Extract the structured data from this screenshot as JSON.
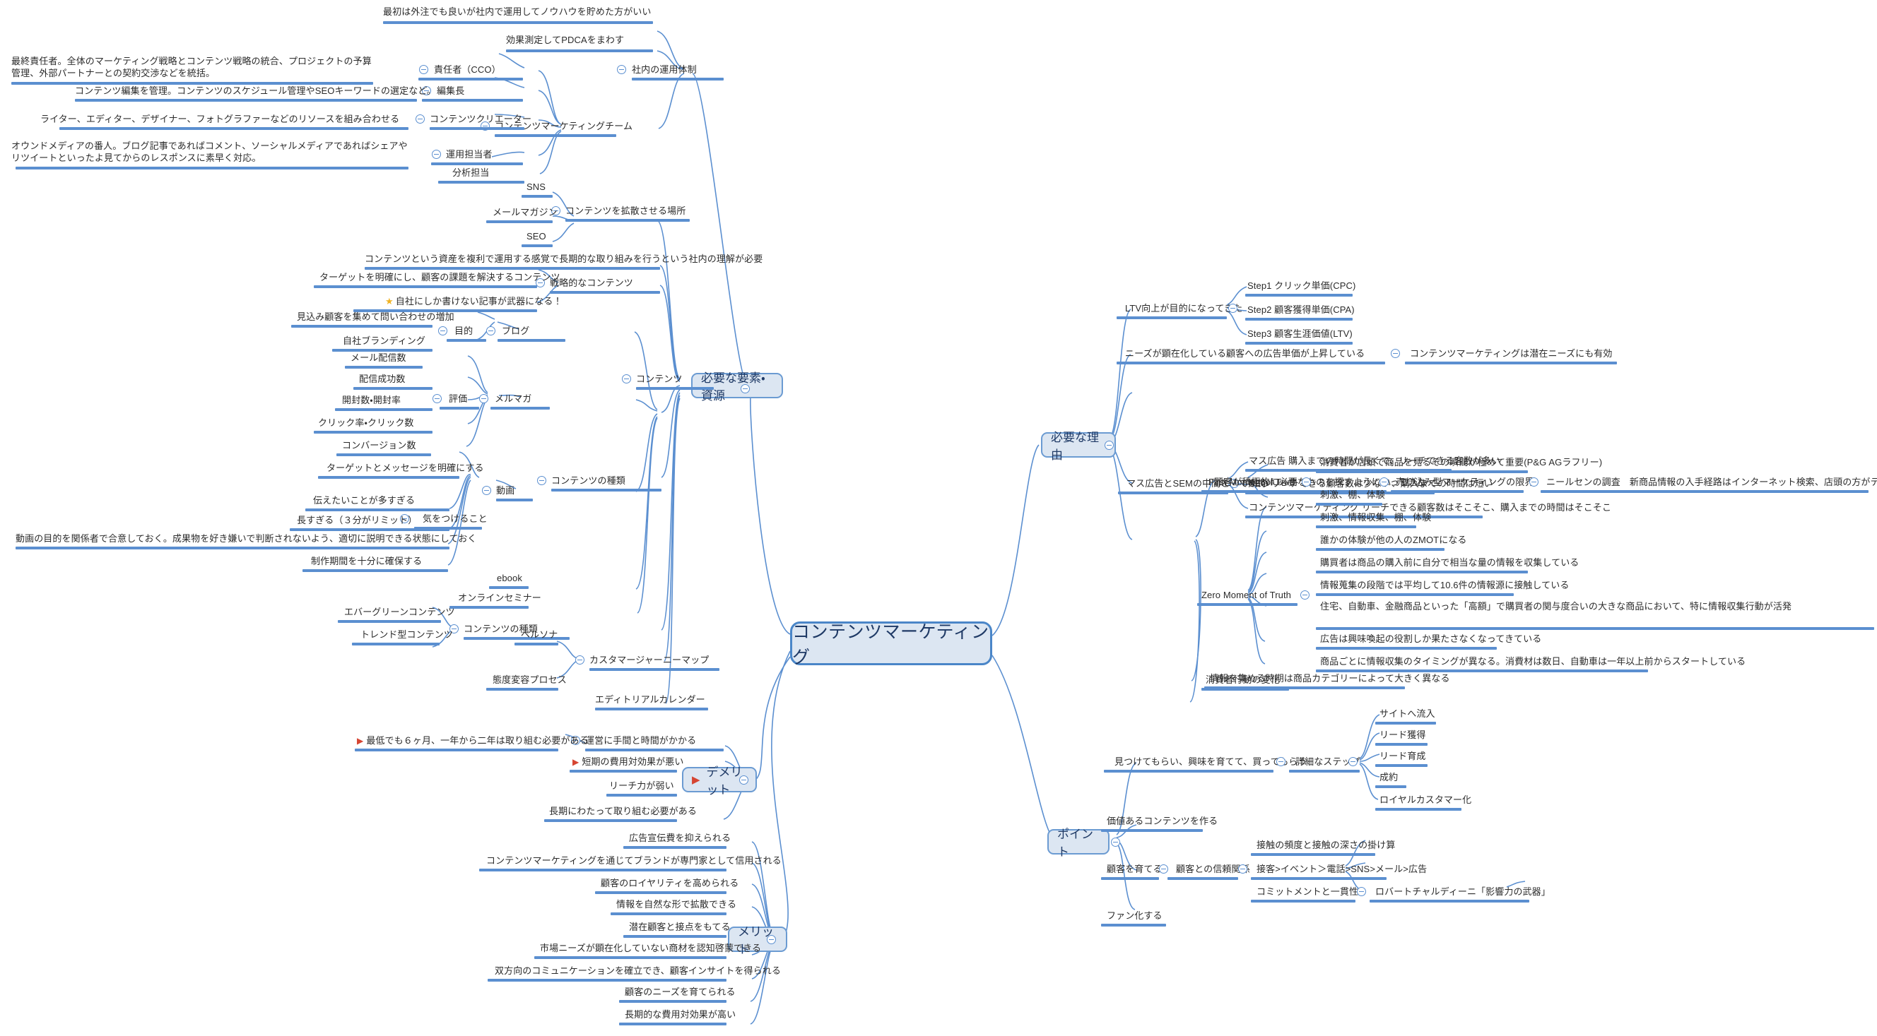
{
  "app": {
    "title": "コンテンツマーケティング マインドマップ",
    "background_color": "#ffffff",
    "branch_color": "#5b8fd0",
    "node_fill": "#dce6f2",
    "node_border": "#4a86c8",
    "star_color": "#f0b323",
    "flag_color": "#d64532"
  },
  "root": {
    "label": "コンテンツマーケティング"
  },
  "icons": {
    "star": "★",
    "flag": "▶",
    "collapse": "minus-circle-icon"
  },
  "branches": {
    "required_elements": {
      "label": "必要な要素・資源",
      "children": {
        "operation_system": {
          "label": "社内の運用体制",
          "notes": [
            "最初は外注でも良いが社内で運用してノウハウを貯めた方がいい",
            "効果測定してPDCAをまわす"
          ],
          "team": {
            "label": "コンテンツマーケティングチーム",
            "roles": [
              {
                "role": "責任者（CCO）",
                "detail": "最終責任者。全体のマーケティング戦略とコンテンツ戦略の統合、プロジェクトの予算管理、外部パートナーとの契約交渉などを統括。"
              },
              {
                "role": "編集長",
                "detail": "コンテンツ編集を管理。コンテンツのスケジュール管理やSEOキーワードの選定など。"
              },
              {
                "role": "コンテンツクリエーター",
                "detail": "ライター、エディター、デザイナー、フォトグラファーなどのリソースを組み合わせる"
              },
              {
                "role": "運用担当者",
                "detail": "オウンドメディアの番人。ブログ記事であればコメント、ソーシャルメディアであればシェアやリツイートといったよ見てからのレスポンスに素早く対応。"
              },
              {
                "role": "分析担当",
                "detail": ""
              }
            ]
          }
        },
        "contents": {
          "label": "コンテンツ",
          "spread_places": {
            "label": "コンテンツを拡散させる場所",
            "items": [
              "SNS",
              "メールマガジン",
              "SEO"
            ]
          },
          "internal_understanding": "コンテンツという資産を複利で運用する感覚で長期的な取り組みを行うという社内の理解が必要",
          "strategic_contents": {
            "label": "戦略的なコンテンツ",
            "items": [
              {
                "text": "ターゲットを明確にし、顧客の課題を解決するコンテンツ",
                "icon": ""
              },
              {
                "text": "自社にしか書けない記事が武器になる！",
                "icon": "star"
              }
            ]
          },
          "content_types_1": {
            "label": "コンテンツの種類",
            "types": [
              {
                "name": "ブログ",
                "aspect": "目的",
                "items": [
                  "見込み顧客を集めて問い合わせの増加",
                  "自社ブランディング"
                ]
              },
              {
                "name": "メルマガ",
                "aspect": "評価",
                "items": [
                  "メール配信数",
                  "配信成功数",
                  "開封数・開封率",
                  "クリック率・クリック数",
                  "コンバージョン数"
                ]
              },
              {
                "name": "動画",
                "aspect": "気をつけること",
                "items": [
                  "ターゲットとメッセージを明確にする",
                  "伝えたいことが多すぎる",
                  "長すぎる（３分がリミット）",
                  "動画の目的を関係者で合意しておく。成果物を好き嫌いで判断されないよう、適切に説明できる状態にしておく",
                  "制作期間を十分に確保する"
                ]
              },
              {
                "name": "ebook",
                "aspect": "",
                "items": []
              },
              {
                "name": "オンラインセミナー",
                "aspect": "",
                "items": []
              }
            ]
          },
          "content_types_2": {
            "label": "コンテンツの種類",
            "items": [
              "エバーグリーンコンテンツ",
              "トレンド型コンテンツ"
            ]
          },
          "customer_journey_map": {
            "label": "カスタマージャーニーマップ",
            "items": [
              "ペルソナ",
              "態度変容プロセス"
            ]
          },
          "editorial_calendar": {
            "label": "エディトリアルカレンダー"
          }
        }
      }
    },
    "demerit": {
      "label": "デメリット",
      "icon": "flag",
      "items": [
        {
          "text": "運営に手間と時間がかかる",
          "icon": "",
          "children": [
            {
              "text": "最低でも６ヶ月、一年から二年は取り組む必要がある",
              "icon": "flag"
            }
          ]
        },
        {
          "text": "短期の費用対効果が悪い",
          "icon": "flag",
          "children": []
        },
        {
          "text": "リーチ力が弱い",
          "icon": "",
          "children": []
        },
        {
          "text": "長期にわたって取り組む必要がある",
          "icon": "",
          "children": []
        }
      ]
    },
    "merit": {
      "label": "メリット",
      "items": [
        "広告宣伝費を抑えられる",
        "コンテンツマーケティングを通じてブランドが専門家として信用される",
        "顧客のロイヤリティを高められる",
        "情報を自然な形で拡散できる",
        "潜在顧客と接点をもてる",
        "市場ニーズが顕在化していない商材を認知啓蒙できる",
        "双方向のコミュニケーションを確立でき、顧客インサイトを得られる",
        "顧客のニーズを育てられる",
        "長期的な費用対効果が高い"
      ]
    },
    "reason": {
      "label": "必要な理由",
      "items": [
        {
          "text": "LTV向上が目的になってきた",
          "children": [
            "Step1 クリック単価(CPC)",
            "Step2 顧客獲得単価(CPA)",
            "Step3 顧客生涯価値(LTV)"
          ]
        },
        {
          "text": "ニーズが顕在化している顧客への広告単価が上昇している",
          "children": [
            "コンテンツマーケティングは潜在ニーズにも有効"
          ]
        },
        {
          "text": "マス広告とSEMの中間として期待",
          "children": [
            "マス広告 購入までの時間が長くて、リーチできる客数が多い",
            "SEO リーチできる顧客数は少ない、購入までの時間は短い",
            "コンテンツマーケティング リーチできる顧客数はそこそこ、購入までの時間はそこそこ"
          ]
        },
        {
          "text": "顧客が積極的に必要なものを探すようになってきた",
          "children": [
            "売り込み型マーケティングの限界"
          ],
          "grandchildren": [
            "ニールセンの調査　新商品情報の入手経路はインターネット検索、店頭の方がテレビCMより多い"
          ]
        },
        {
          "text": "消費者行動の変化",
          "moments": [
            {
              "name": "First Moment of Truth",
              "items": [
                "消費者が店頭で商品を見るその瞬間が極めて重要(P&G AGラフリー)",
                "刺激、棚、体験"
              ]
            },
            {
              "name": "Zero Moment of Truth",
              "items": [
                "刺激、情報収集、棚、体験",
                "誰かの体験が他の人のZMOTになる",
                "購買者は商品の購入前に自分で相当な量の情報を収集している",
                "情報蒐集の段階では平均して10.6件の情報源に接触している",
                "住宅、自動車、金融商品といった「高額」で購買者の関与度合いの大きな商品において、特に情報収集行動が活発",
                "広告は興味喚起の役割しか果たさなくなってきている",
                "商品ごとに情報収集のタイミングが異なる。消費材は数日、自動車は一年以上前からスタートしている"
              ]
            }
          ],
          "tail": "情報を集める時期は商品カテゴリーによって大きく異なる"
        }
      ]
    },
    "point": {
      "label": "ポイント",
      "items": [
        {
          "text": "見つけてもらい、興味を育てて、買ってもらう",
          "child_label": "詳細なステップ",
          "steps": [
            "サイトへ流入",
            "リード獲得",
            "リード育成",
            "成約",
            "ロイヤルカスタマー化"
          ]
        },
        {
          "text": "価値あるコンテンツを作る",
          "child_label": "",
          "steps": []
        },
        {
          "text": "顧客を育てる",
          "child_label": "顧客との信頼関係",
          "steps": [
            "接触の頻度と接触の深さの掛け算",
            "接客>イベント＞電話>SNS>メール>広告",
            "コミットメントと一貫性"
          ],
          "step_child": "ロバートチャルディーニ「影響力の武器」"
        },
        {
          "text": "ファン化する",
          "child_label": "",
          "steps": []
        }
      ]
    }
  }
}
